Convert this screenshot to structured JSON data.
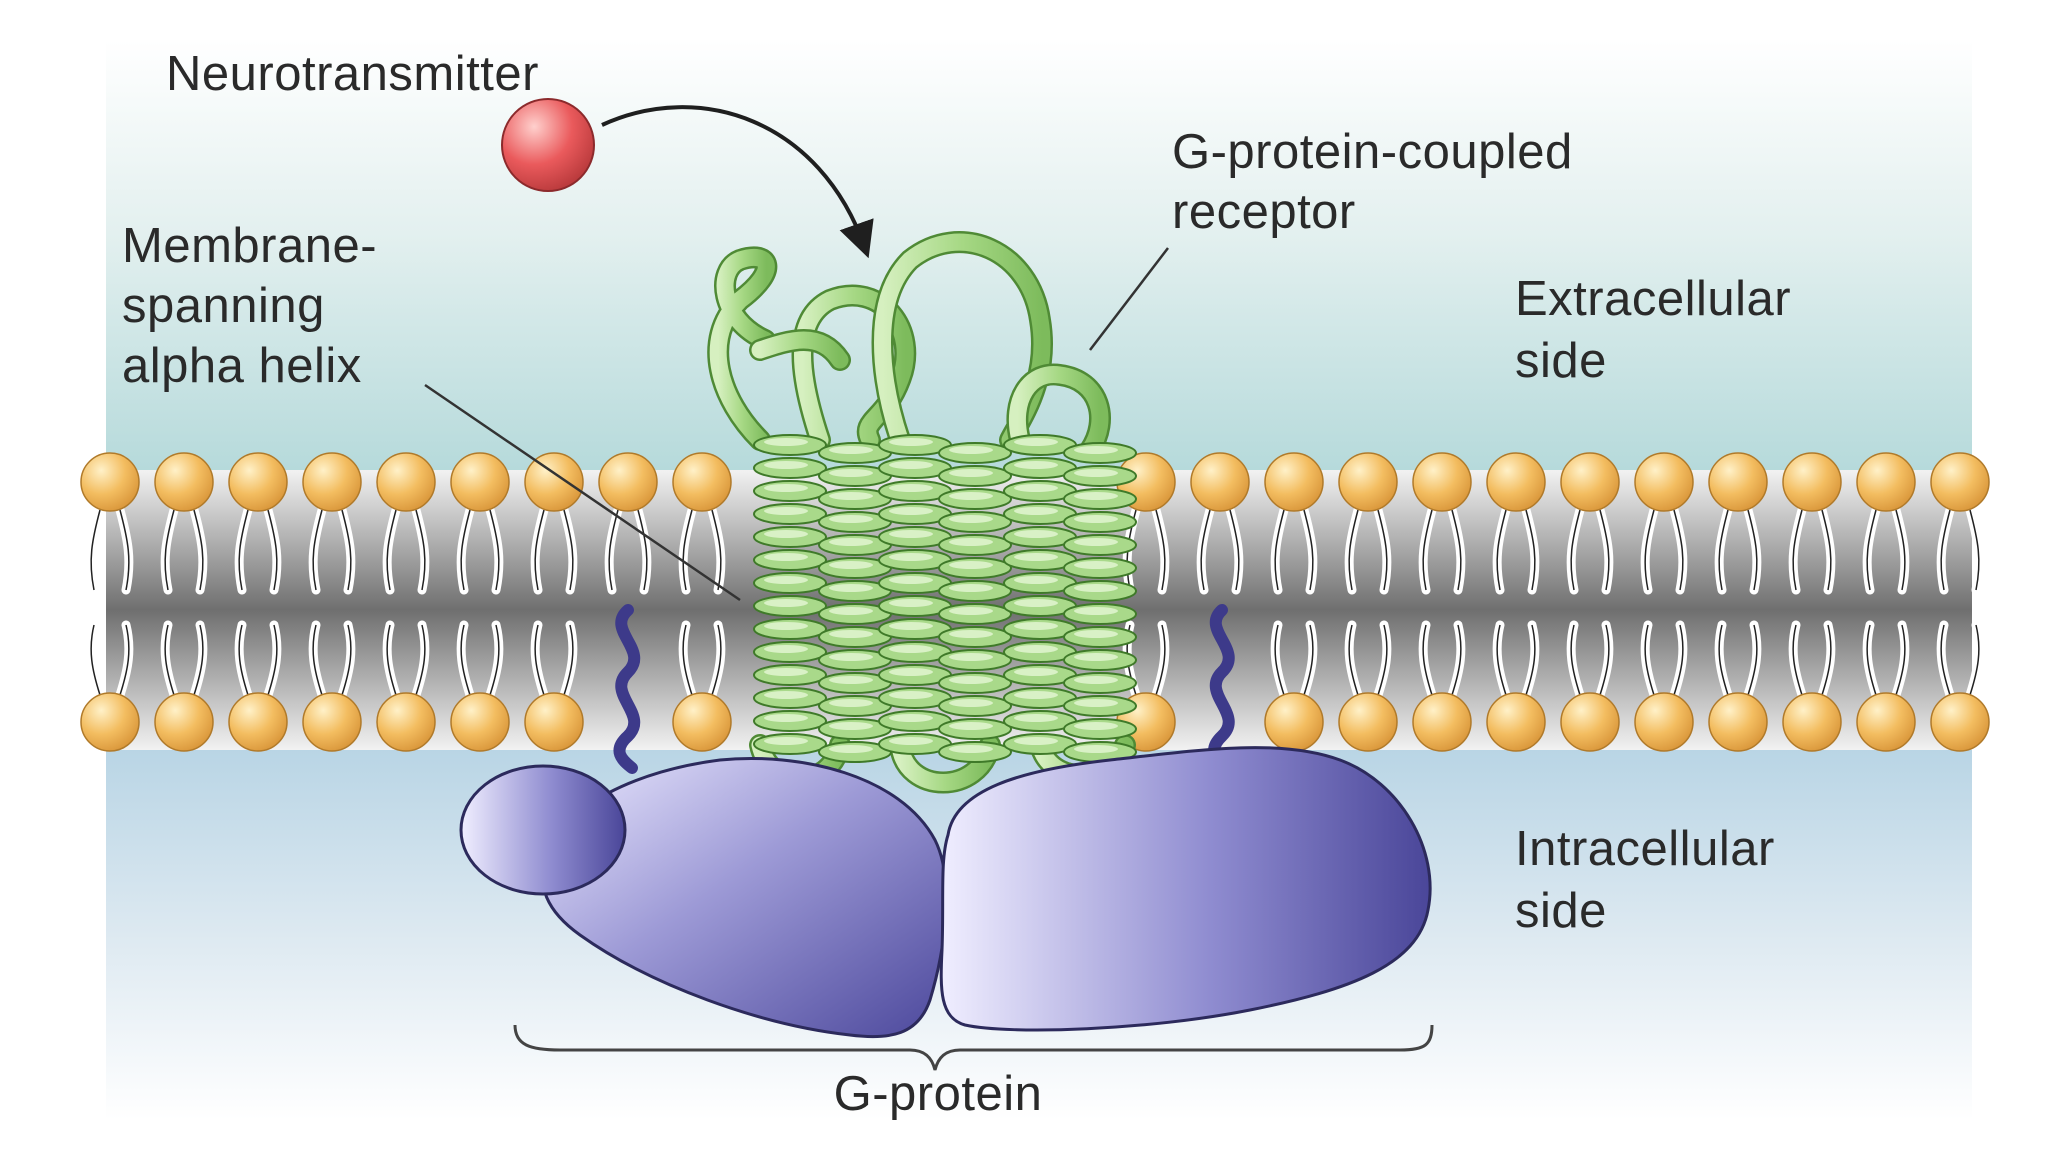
{
  "labels": {
    "neurotransmitter": "Neurotransmitter",
    "receptor": [
      "G-protein-coupled",
      "receptor"
    ],
    "helix": [
      "Membrane-",
      "spanning",
      "alpha helix"
    ],
    "extracellular": [
      "Extracellular",
      "side"
    ],
    "intracellular": [
      "Intracellular",
      "side"
    ],
    "gprotein": "G-protein"
  },
  "colors": {
    "lipid_head": "#f0b75a",
    "lipid_tail": "#ffffff",
    "helix": "#9fd07e",
    "helix_dark": "#5f9a43",
    "gprotein": "#5a56a8",
    "gprotein_light": "#d9d6f2",
    "anchor": "#3d3a8a",
    "neurotransmitter": "#e8575a",
    "extracellular_bg": "#b9dcdd",
    "intracellular_bg": "#bcd6e6"
  }
}
